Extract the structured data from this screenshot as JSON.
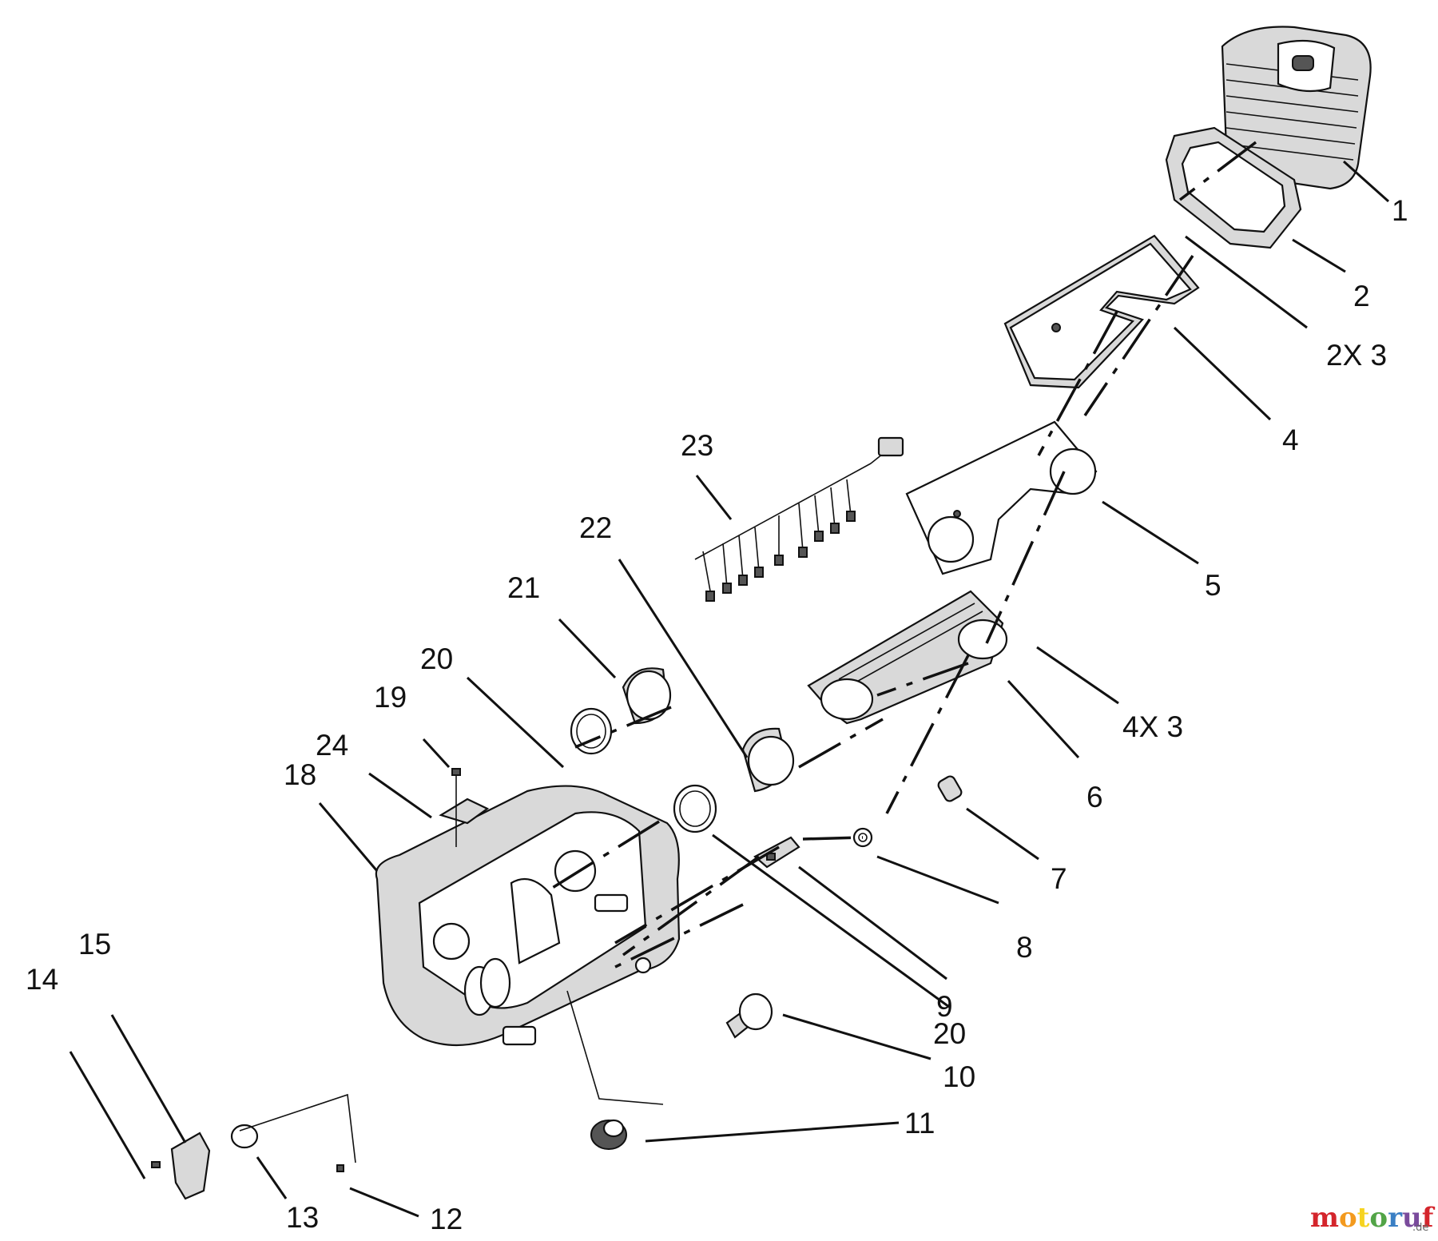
{
  "callouts": {
    "c1": "1",
    "c2": "2",
    "c3": "2X 3",
    "c4": "4",
    "c5": "5",
    "c6": "6",
    "c7": "7",
    "c8": "8",
    "c9": "9",
    "c10": "10",
    "c11": "11",
    "c12": "12",
    "c13": "13",
    "c14": "14",
    "c15": "15",
    "c18": "18",
    "c19": "19",
    "c20a": "20",
    "c20b": "20",
    "c21": "21",
    "c22": "22",
    "c23": "23",
    "c24": "24",
    "c4x3": "4X 3"
  },
  "watermark": {
    "brand": "motoruf",
    "suffix": ".de",
    "letter_colors": [
      "#d4252c",
      "#f39a1e",
      "#f6d320",
      "#52a447",
      "#3a7fc4",
      "#7a4b9c",
      "#d4252c"
    ]
  }
}
